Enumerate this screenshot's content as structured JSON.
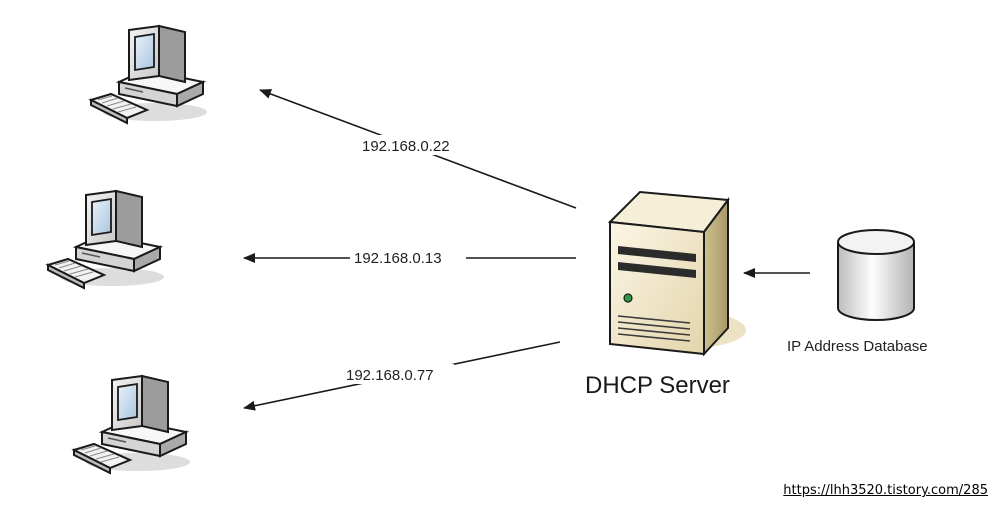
{
  "clients": [
    {
      "ip": "192.168.0.22"
    },
    {
      "ip": "192.168.0.13"
    },
    {
      "ip": "192.168.0.77"
    }
  ],
  "server": {
    "label": "DHCP Server"
  },
  "database": {
    "label": "IP Address Database"
  },
  "credit": {
    "text": "https://lhh3520.tistory.com/285"
  },
  "icons": {
    "client": "desktop-computer-icon",
    "server": "server-tower-icon",
    "database": "database-cylinder-icon"
  },
  "colors": {
    "arrow": "#1a1a1a",
    "label": "#222222"
  }
}
